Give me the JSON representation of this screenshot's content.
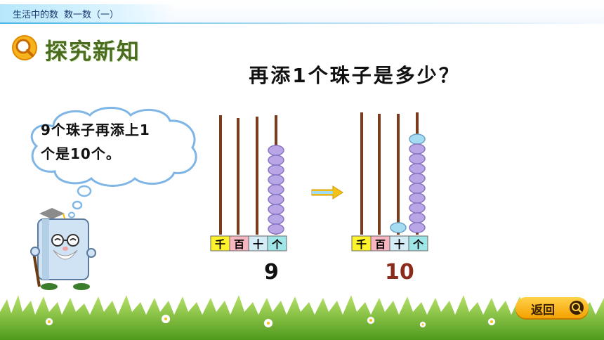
{
  "header": {
    "breadcrumb": [
      "生活中的数",
      "数一数（一）"
    ]
  },
  "section": {
    "title": "探究新知",
    "icon": "magnifier-icon"
  },
  "question": "再添1个珠子是多少？",
  "speech_bubble": {
    "lines": [
      "9个珠子再添上1",
      "个是10个。"
    ]
  },
  "abacus_labels": [
    "千",
    "百",
    "十",
    "个"
  ],
  "abacus_left": {
    "value": "9",
    "beads": {
      "thousands": 0,
      "hundreds": 0,
      "tens": 0,
      "ones": 9
    }
  },
  "abacus_right": {
    "value": "10",
    "beads": {
      "thousands": 0,
      "hundreds": 0,
      "tens": 1,
      "ones": 9
    },
    "added_beads": {
      "tens": 1,
      "ones": 1
    }
  },
  "back_button": {
    "label": "返回"
  },
  "colors": {
    "rod": "#7a3c1d",
    "bead": "#b9a6e6",
    "added_bead": "#a6dcf1",
    "label_thousands": "#fff42b",
    "label_hundreds": "#f7b6c0",
    "label_tens": "#d3ecf5",
    "label_ones": "#9fe6e8",
    "arrow": "#f3c11a"
  }
}
